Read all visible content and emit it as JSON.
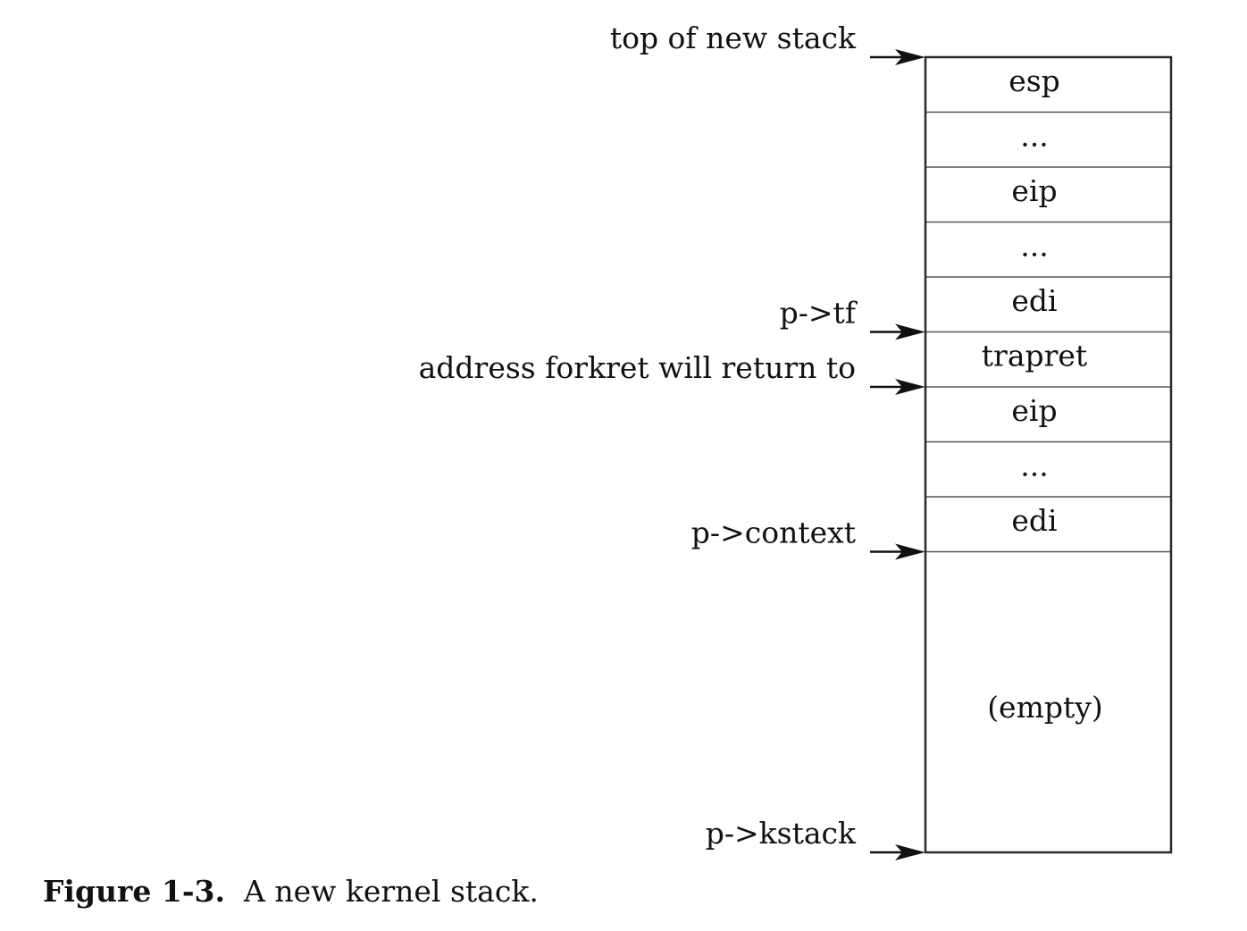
{
  "stack": {
    "cells": [
      "esp",
      "...",
      "eip",
      "...",
      "edi",
      "trapret",
      "eip",
      "...",
      "edi"
    ],
    "empty_label": "(empty)"
  },
  "pointers": [
    {
      "label": "top of new stack",
      "boundary": 0
    },
    {
      "label": "p->tf",
      "boundary": 5
    },
    {
      "label": "address forkret will return to",
      "boundary": 6
    },
    {
      "label": "p->context",
      "boundary": 9
    },
    {
      "label": "p->kstack",
      "boundary": "bottom"
    }
  ],
  "caption": {
    "label": "Figure 1-3.",
    "text": "A new kernel stack."
  }
}
